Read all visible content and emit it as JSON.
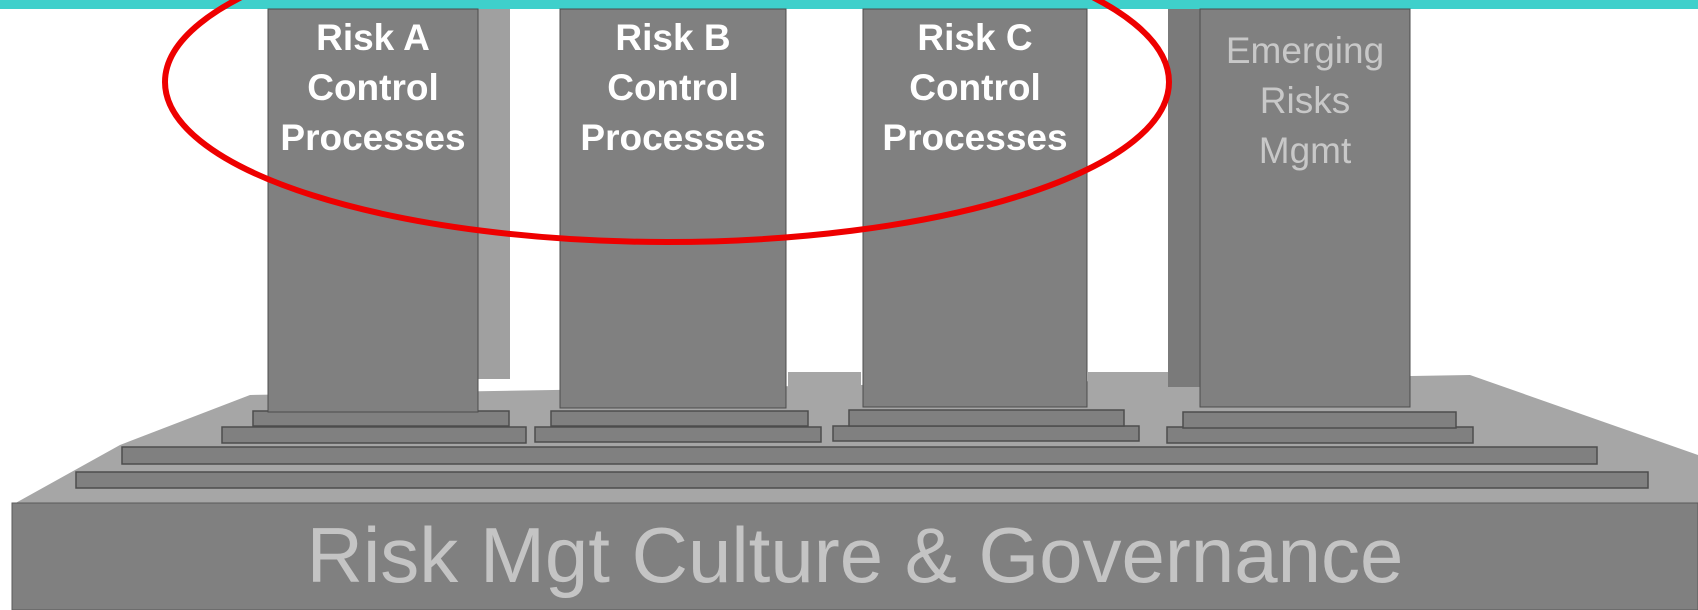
{
  "colors": {
    "accent_bar": "#3fd0cb",
    "pillar": "#808080",
    "pillar_shadow": "#a6a6a6",
    "base": "#808080",
    "base_top": "#a6a6a6",
    "highlight_ellipse": "#ee0000",
    "label_white": "#ffffff",
    "label_grey": "#c4c4c4"
  },
  "pillars": [
    {
      "line1": "Risk  A",
      "line2": "Control",
      "line3": "Processes"
    },
    {
      "line1": "Risk  B",
      "line2": "Control",
      "line3": "Processes"
    },
    {
      "line1": "Risk C",
      "line2": "Control",
      "line3": "Processes"
    }
  ],
  "emerging": {
    "line1": "Emerging",
    "line2": "Risks",
    "line3": "Mgmt"
  },
  "base_title": "Risk Mgt Culture & Governance"
}
